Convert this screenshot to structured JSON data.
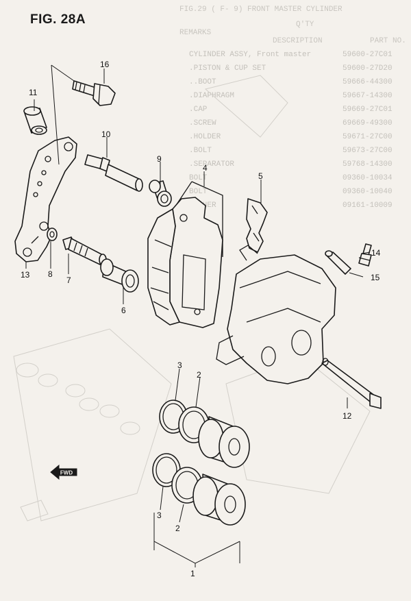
{
  "figure": {
    "title": "FIG. 28A"
  },
  "ghost_table": {
    "title": "FIG.29 ( F- 9) FRONT MASTER CYLINDER",
    "qty_header": "Q'TY",
    "headers": {
      "part_no": "PART NO.",
      "description": "DESCRIPTION",
      "remarks": "REMARKS"
    },
    "rows": [
      {
        "part_no": "59600-27C01",
        "description": "CYLINDER ASSY, Front master"
      },
      {
        "part_no": "59600-27D20",
        "description": ".PISTON & CUP SET"
      },
      {
        "part_no": "59666-44300",
        "description": "..BOOT"
      },
      {
        "part_no": "59667-14300",
        "description": ".DIAPHRAGM"
      },
      {
        "part_no": "59669-27C01",
        "description": ".CAP"
      },
      {
        "part_no": "69669-49300",
        "description": ".SCREW"
      },
      {
        "part_no": "59671-27C00",
        "description": ".HOLDER"
      },
      {
        "part_no": "59673-27C00",
        "description": ".BOLT"
      },
      {
        "part_no": "59768-14300",
        "description": ".SEPARATOR"
      },
      {
        "part_no": "09360-10034",
        "description": "BOLT"
      },
      {
        "part_no": "09360-10040",
        "description": "BOLT"
      },
      {
        "part_no": "09161-10009",
        "description": "WASHER"
      }
    ]
  },
  "callouts": [
    {
      "id": "c1",
      "label": "1"
    },
    {
      "id": "c2a",
      "label": "2"
    },
    {
      "id": "c2b",
      "label": "2"
    },
    {
      "id": "c3a",
      "label": "3"
    },
    {
      "id": "c3b",
      "label": "3"
    },
    {
      "id": "c4",
      "label": "4"
    },
    {
      "id": "c5",
      "label": "5"
    },
    {
      "id": "c6",
      "label": "6"
    },
    {
      "id": "c7",
      "label": "7"
    },
    {
      "id": "c8",
      "label": "8"
    },
    {
      "id": "c9",
      "label": "9"
    },
    {
      "id": "c10",
      "label": "10"
    },
    {
      "id": "c11",
      "label": "11"
    },
    {
      "id": "c12",
      "label": "12"
    },
    {
      "id": "c13",
      "label": "13"
    },
    {
      "id": "c14",
      "label": "14"
    },
    {
      "id": "c15",
      "label": "15"
    },
    {
      "id": "c16",
      "label": "16"
    }
  ],
  "fwd_marker": {
    "label": "FWD"
  }
}
